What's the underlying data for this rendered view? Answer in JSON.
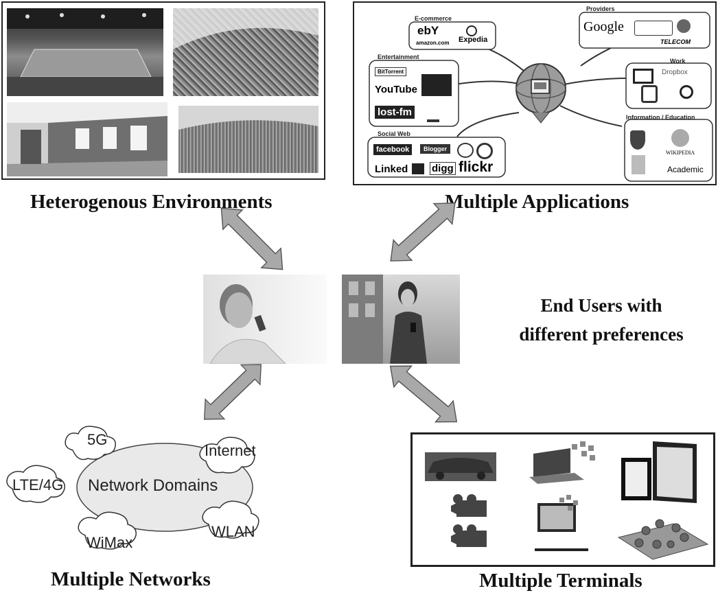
{
  "captions": {
    "environments": "Heterogenous Environments",
    "applications": "Multiple Applications",
    "networks": "Multiple Networks",
    "terminals": "Multiple Terminals",
    "end_users_line1": "End Users with",
    "end_users_line2": "different preferences"
  },
  "applications_panel": {
    "categories": {
      "ecommerce": "E-commerce",
      "providers": "Providers",
      "entertainment": "Entertainment",
      "work": "Work",
      "social": "Social Web",
      "information": "Information / Education"
    },
    "logos": {
      "ebay": "ebY",
      "amazon": "amazon.com",
      "expedia": "Expedia",
      "google": "Google",
      "telecom": "TELECOM",
      "bittorrent": "BitTorrent",
      "youtube": "YouTube",
      "lastfm": "lost-fm",
      "dropbox": "Dropbox",
      "wikipedia": "WIKIPEDIA",
      "academic": "Academic",
      "facebook": "facebook",
      "blogger": "Blogger",
      "linkedin": "Linked",
      "digg": "digg",
      "flickr": "flickr"
    }
  },
  "networks": {
    "center": "Network Domains",
    "domains": [
      "5G",
      "Internet",
      "LTE/4G",
      "WiMax",
      "WLAN"
    ]
  },
  "colors": {
    "arrow_fill": "#a9a9a9",
    "arrow_stroke": "#555555",
    "frame": "#222222"
  }
}
